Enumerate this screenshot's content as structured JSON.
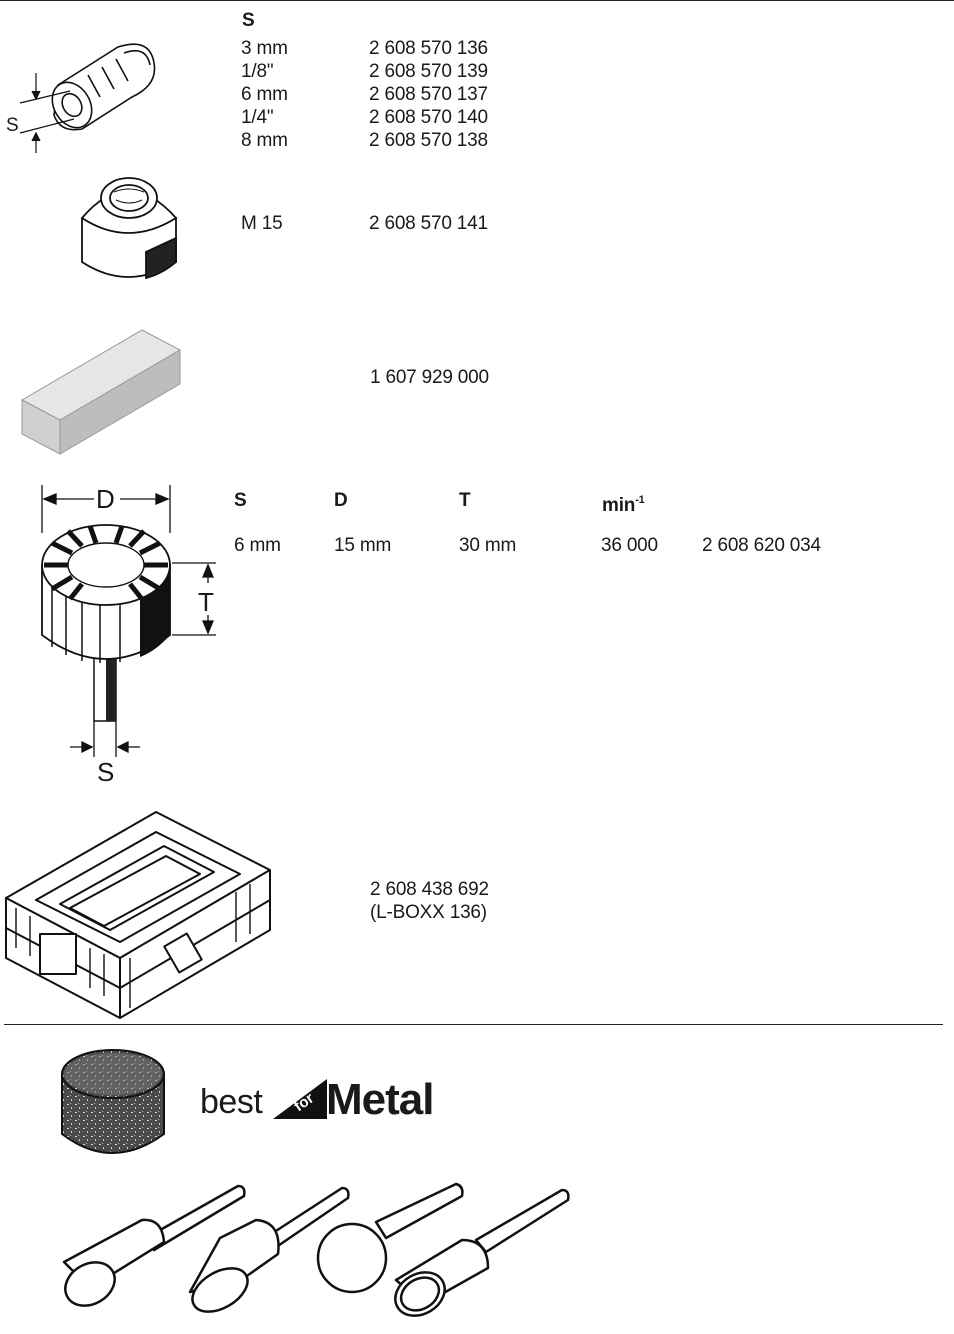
{
  "collets": {
    "header": "S",
    "rows": [
      {
        "size": "3 mm",
        "part": "2 608 570 136"
      },
      {
        "size": "1/8\"",
        "part": "2 608 570 139"
      },
      {
        "size": "6 mm",
        "part": "2 608 570 137"
      },
      {
        "size": "1/4\"",
        "part": "2 608 570 140"
      },
      {
        "size": "8 mm",
        "part": "2 608 570 138"
      }
    ],
    "dim_label": "S"
  },
  "nut": {
    "size": "M 15",
    "part": "2 608 570 141"
  },
  "block": {
    "part": "1 607 929 000"
  },
  "sleeve": {
    "headers": {
      "s": "S",
      "d": "D",
      "t": "T",
      "rpm": "min",
      "rpm_exp": "-1"
    },
    "row": {
      "s": "6 mm",
      "d": "15 mm",
      "t": "30 mm",
      "rpm": "36 000",
      "part": "2 608 620 034"
    },
    "dim_labels": {
      "d": "D",
      "t": "T",
      "s": "S"
    }
  },
  "lboxx": {
    "part": "2 608 438 692",
    "name": "(L-BOXX 136)"
  },
  "brand": {
    "best": "best",
    "for": "for",
    "metal": "Metal"
  },
  "colors": {
    "rule": "#222222",
    "ink": "#1a1a1a"
  }
}
